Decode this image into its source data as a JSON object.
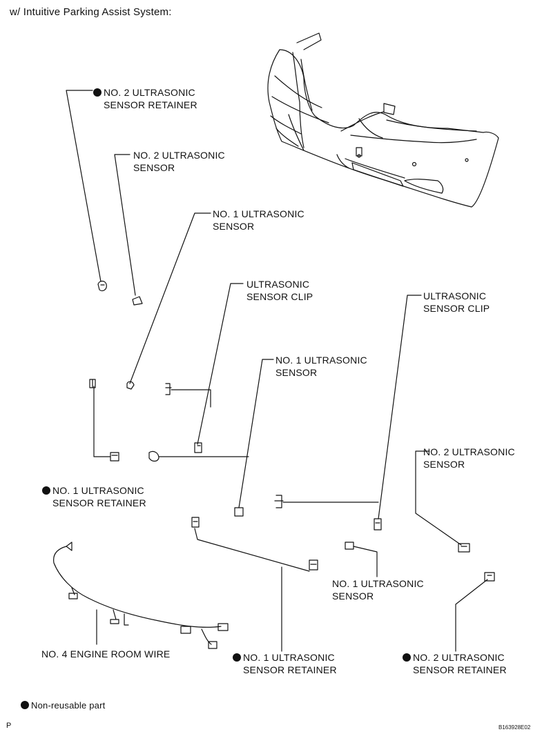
{
  "header": {
    "title": "w/ Intuitive Parking Assist System:"
  },
  "labels": {
    "no2_retainer_top": {
      "line1": "NO. 2 ULTRASONIC",
      "line2": "SENSOR RETAINER"
    },
    "no2_sensor_top": {
      "line1": "NO. 2 ULTRASONIC",
      "line2": "SENSOR"
    },
    "no1_sensor_a": {
      "line1": "NO. 1 ULTRASONIC",
      "line2": "SENSOR"
    },
    "clip_a": {
      "line1": "ULTRASONIC",
      "line2": "SENSOR CLIP"
    },
    "clip_b": {
      "line1": "ULTRASONIC",
      "line2": "SENSOR CLIP"
    },
    "no1_sensor_b": {
      "line1": "NO. 1 ULTRASONIC",
      "line2": "SENSOR"
    },
    "no2_sensor_right": {
      "line1": "NO. 2 ULTRASONIC",
      "line2": "SENSOR"
    },
    "no1_retainer_left": {
      "line1": "NO. 1 ULTRASONIC",
      "line2": "SENSOR RETAINER"
    },
    "no1_sensor_c": {
      "line1": "NO. 1 ULTRASONIC",
      "line2": "SENSOR"
    },
    "wire": {
      "line1": "NO. 4 ENGINE ROOM WIRE"
    },
    "no1_retainer_bottom": {
      "line1": "NO. 1 ULTRASONIC",
      "line2": "SENSOR RETAINER"
    },
    "no2_retainer_bottom": {
      "line1": "NO. 2 ULTRASONIC",
      "line2": "SENSOR RETAINER"
    }
  },
  "legend": {
    "text": "Non-reusable part"
  },
  "footer": {
    "corner": "P",
    "figure_code": "B163928E02"
  },
  "colors": {
    "ink": "#111111",
    "background": "#ffffff"
  }
}
